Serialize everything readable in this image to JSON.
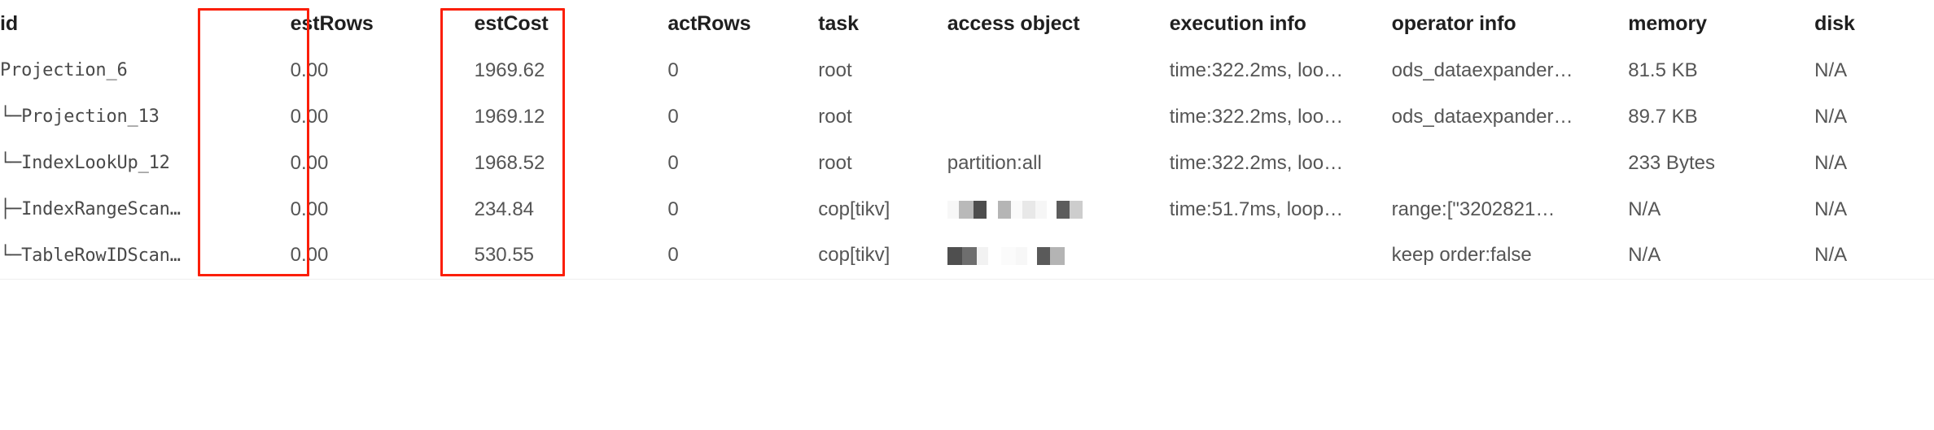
{
  "table": {
    "name": "sql-execution-plan-table",
    "columns": [
      {
        "key": "id",
        "label": "id"
      },
      {
        "key": "estRows",
        "label": "estRows"
      },
      {
        "key": "estCost",
        "label": "estCost"
      },
      {
        "key": "actRows",
        "label": "actRows"
      },
      {
        "key": "task",
        "label": "task"
      },
      {
        "key": "access_object",
        "label": "access object"
      },
      {
        "key": "execution_info",
        "label": "execution info"
      },
      {
        "key": "operator_info",
        "label": "operator info"
      },
      {
        "key": "memory",
        "label": "memory"
      },
      {
        "key": "disk",
        "label": "disk"
      }
    ],
    "rows": [
      {
        "id": "Projection_6",
        "estRows": "0.00",
        "estCost": "1969.62",
        "actRows": "0",
        "task": "root",
        "access_object": "",
        "execution_info": "time:322.2ms, loo…",
        "operator_info": "ods_dataexpander…",
        "memory": "81.5 KB",
        "disk": "N/A"
      },
      {
        "id": "└─Projection_13",
        "estRows": "0.00",
        "estCost": "1969.12",
        "actRows": "0",
        "task": "root",
        "access_object": "",
        "execution_info": "time:322.2ms, loo…",
        "operator_info": "ods_dataexpander…",
        "memory": "89.7 KB",
        "disk": "N/A"
      },
      {
        "id": "  └─IndexLookUp_12",
        "estRows": "0.00",
        "estCost": "1968.52",
        "actRows": "0",
        "task": "root",
        "access_object": "partition:all",
        "execution_info": "time:322.2ms, loo…",
        "operator_info": "",
        "memory": "233 Bytes",
        "disk": "N/A"
      },
      {
        "id": "    ├─IndexRangeScan…",
        "estRows": "0.00",
        "estCost": "234.84",
        "actRows": "0",
        "task": "cop[tikv]",
        "access_object": "",
        "access_object_redacted": true,
        "execution_info": "time:51.7ms, loop…",
        "operator_info": "range:[\"3202821…",
        "memory": "N/A",
        "disk": "N/A"
      },
      {
        "id": "    └─TableRowIDScan…",
        "estRows": "0.00",
        "estCost": "530.55",
        "actRows": "0",
        "task": "cop[tikv]",
        "access_object": "",
        "access_object_redacted": true,
        "execution_info": "",
        "operator_info": "keep order:false",
        "memory": "N/A",
        "disk": "N/A"
      }
    ]
  },
  "annotations": {
    "highlight_color": "#fb1e07",
    "boxes": [
      {
        "name": "estrows-column-highlight",
        "target_column": "estRows"
      },
      {
        "name": "actrows-column-highlight",
        "target_column": "actRows"
      }
    ]
  },
  "redactions": {
    "row4_access_object_blocks": [
      {
        "w": 14,
        "c": "#f7f7f7"
      },
      {
        "w": 18,
        "c": "#b9b9b9"
      },
      {
        "w": 16,
        "c": "#4d4d4d"
      },
      {
        "w": 14,
        "c": "#ffffff"
      },
      {
        "w": 16,
        "c": "#b5b5b5"
      },
      {
        "w": 14,
        "c": "#fafafa"
      },
      {
        "w": 16,
        "c": "#e8e8e8"
      },
      {
        "w": 14,
        "c": "#f6f6f6"
      },
      {
        "w": 12,
        "c": "#ffffff"
      },
      {
        "w": 16,
        "c": "#5c5c5c"
      },
      {
        "w": 16,
        "c": "#cdcdcd"
      }
    ],
    "row5_access_object_blocks": [
      {
        "w": 18,
        "c": "#4f4f4f"
      },
      {
        "w": 18,
        "c": "#6e6e6e"
      },
      {
        "w": 14,
        "c": "#f2f2f2"
      },
      {
        "w": 16,
        "c": "#ffffff"
      },
      {
        "w": 18,
        "c": "#fbfbfb"
      },
      {
        "w": 14,
        "c": "#f7f7f7"
      },
      {
        "w": 12,
        "c": "#ffffff"
      },
      {
        "w": 16,
        "c": "#5a5a5a"
      },
      {
        "w": 18,
        "c": "#b4b4b4"
      }
    ]
  }
}
